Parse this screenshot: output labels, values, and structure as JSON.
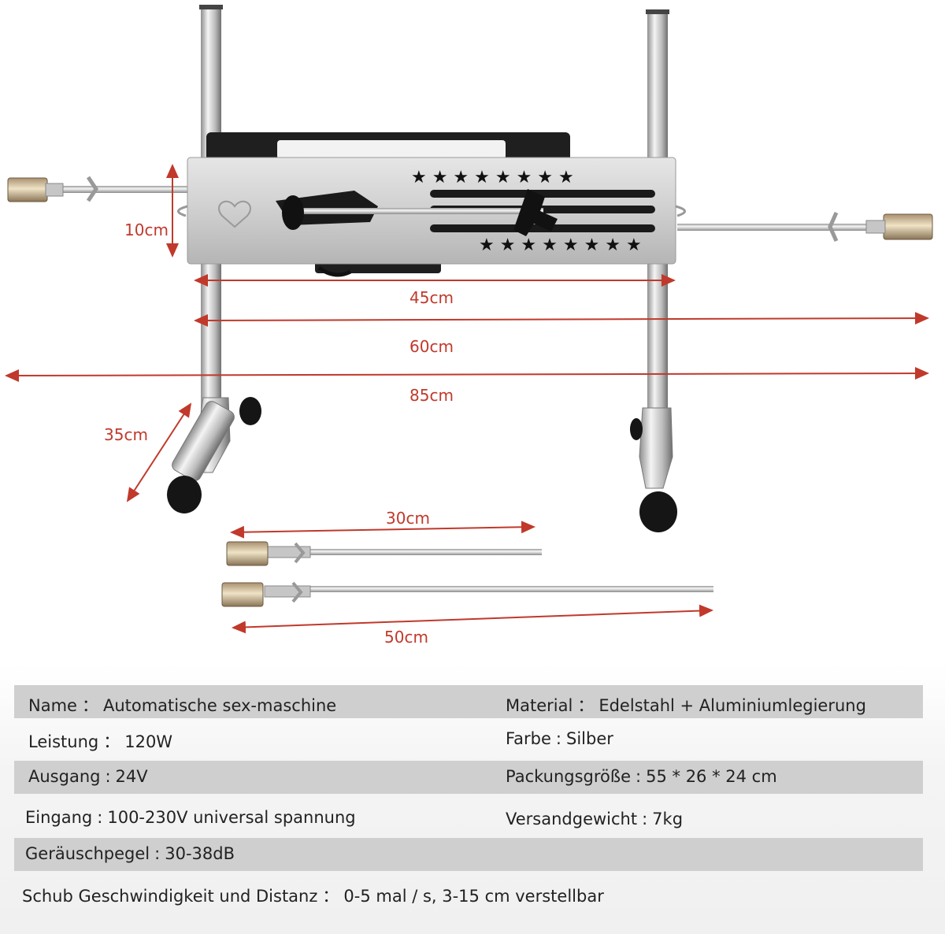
{
  "dimensions": {
    "height": "10cm",
    "body_length": "45cm",
    "frame_width": "60cm",
    "total_width": "85cm",
    "depth": "35cm",
    "short_rod": "30cm",
    "long_rod": "50cm"
  },
  "specs": {
    "name_key": "Name",
    "name_sep": "：",
    "name_val": "Automatische sex-maschine",
    "material_key": "Material",
    "material_sep": "：",
    "material_val": "Edelstahl + Aluminiumlegierung",
    "power_key": "Leistung",
    "power_sep": "：",
    "power_val": "120W",
    "color_key": "Farbe",
    "color_sep": ":",
    "color_val": "Silber",
    "output_key": "Ausgang",
    "output_sep": ":",
    "output_val": "24V",
    "package_key": "Packungsgröße",
    "package_sep": ":",
    "package_val": "55 * 26 * 24 cm",
    "input_key": "Eingang",
    "input_sep": ":",
    "input_val": "100-230V universal spannung",
    "weight_key": "Versandgewicht",
    "weight_sep": ":",
    "weight_val": "7kg",
    "noise_key": "Geräuschpegel",
    "noise_sep": ":",
    "noise_val": "30-38dB",
    "stroke_key": "Schub Geschwindigkeit und Distanz",
    "stroke_sep": "：",
    "stroke_val": "0-5 mal / s, 3-15 cm verstellbar"
  },
  "colors": {
    "dimension_lines": "#c0392b",
    "row_shade": "#cfcfcf",
    "steel": "#c8c8c8"
  }
}
